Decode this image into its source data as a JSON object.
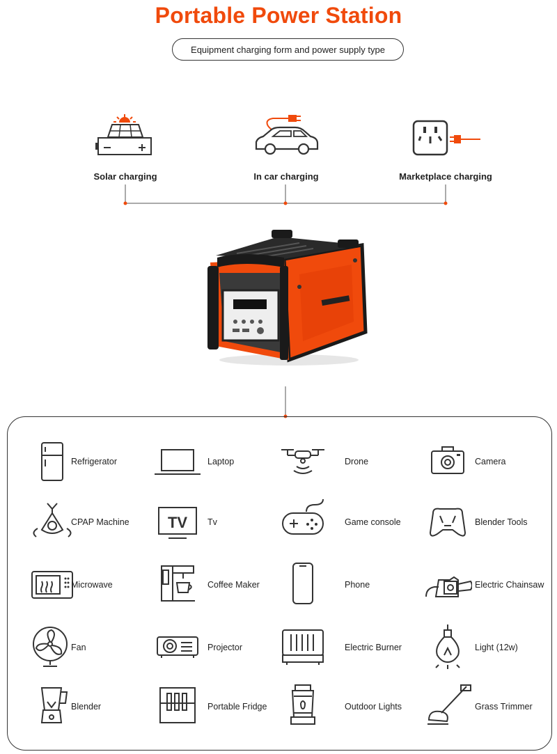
{
  "header": {
    "title": "Portable Power Station",
    "subtitle": "Equipment charging form and power supply type"
  },
  "charging": [
    {
      "label": "Solar charging",
      "icon": "solar-panel-icon"
    },
    {
      "label": "In car charging",
      "icon": "car-plug-icon"
    },
    {
      "label": "Marketplace charging",
      "icon": "wall-socket-icon"
    }
  ],
  "product": {
    "icon": "power-station-image",
    "accent": "#f04a0c"
  },
  "devices": [
    {
      "label": "Refrigerator",
      "icon": "refrigerator-icon"
    },
    {
      "label": "Laptop",
      "icon": "laptop-icon"
    },
    {
      "label": "Drone",
      "icon": "drone-icon"
    },
    {
      "label": "Camera",
      "icon": "camera-icon"
    },
    {
      "label": "CPAP Machine",
      "icon": "cpap-mask-icon"
    },
    {
      "label": "Tv",
      "icon": "tv-icon"
    },
    {
      "label": "Game console",
      "icon": "gamepad-icon"
    },
    {
      "label": "Blender Tools",
      "icon": "blender-tools-icon"
    },
    {
      "label": "Microwave",
      "icon": "microwave-icon"
    },
    {
      "label": "Coffee Maker",
      "icon": "coffee-maker-icon"
    },
    {
      "label": "Phone",
      "icon": "phone-icon"
    },
    {
      "label": "Electric Chainsaw",
      "icon": "chainsaw-icon"
    },
    {
      "label": "Fan",
      "icon": "fan-icon"
    },
    {
      "label": "Projector",
      "icon": "projector-icon"
    },
    {
      "label": "Electric Burner",
      "icon": "electric-burner-icon"
    },
    {
      "label": "Light (12w)",
      "icon": "light-bulb-icon"
    },
    {
      "label": "Blender",
      "icon": "blender-icon"
    },
    {
      "label": "Portable Fridge",
      "icon": "portable-fridge-icon"
    },
    {
      "label": "Outdoor Lights",
      "icon": "lantern-icon"
    },
    {
      "label": "Grass Trimmer",
      "icon": "grass-trimmer-icon"
    }
  ],
  "colors": {
    "accent": "#f04a0c",
    "ink": "#333333"
  }
}
